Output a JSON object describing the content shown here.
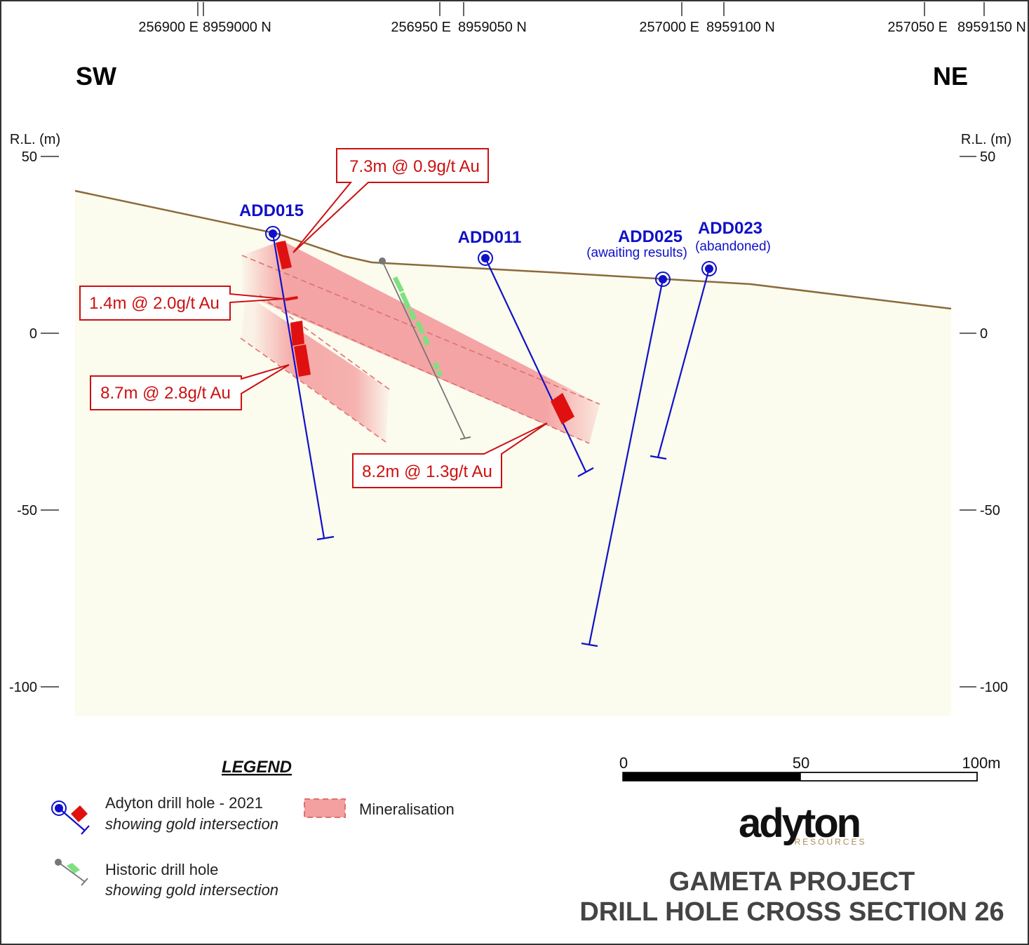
{
  "coords": {
    "e1": "256900 E",
    "n1": "8959000 N",
    "e2": "256950 E",
    "n2": "8959050 N",
    "e3": "257000 E",
    "n3": "8959100 N",
    "e4": "257050 E",
    "n4": "8959150 N"
  },
  "directions": {
    "left": "SW",
    "right": "NE"
  },
  "rl_axis": {
    "title": "R.L. (m)",
    "ticks": [
      "50",
      "0",
      "-50",
      "-100"
    ]
  },
  "drill_holes": {
    "add015": {
      "name": "ADD015",
      "note": ""
    },
    "add011": {
      "name": "ADD011",
      "note": ""
    },
    "add025": {
      "name": "ADD025",
      "note": "(awaiting results)"
    },
    "add023": {
      "name": "ADD023",
      "note": "(abandoned)"
    }
  },
  "intersections": {
    "c1": "7.3m @ 0.9g/t Au",
    "c2": "1.4m @ 2.0g/t Au",
    "c3": "8.7m @ 2.8g/t Au",
    "c4": "8.2m @ 1.3g/t Au"
  },
  "legend": {
    "title": "LEGEND",
    "adyton_line1": "Adyton drill hole - 2021",
    "adyton_line2": "showing gold intersection",
    "historic_line1": "Historic drill hole",
    "historic_line2": "showing gold intersection",
    "mineralisation": "Mineralisation"
  },
  "scale_bar": {
    "l0": "0",
    "l50": "50",
    "l100": "100m"
  },
  "logo": {
    "name": "adyton",
    "sub": "RESOURCES"
  },
  "title": {
    "line1": "GAMETA PROJECT",
    "line2": "DRILL HOLE CROSS SECTION 26"
  },
  "colors": {
    "adyton_hole": "#1010c8",
    "historic_hole": "#777777",
    "intersection": "#e01010",
    "historic_intersection": "#7ee07e",
    "mineralisation": "#f4a0a0",
    "topography": "#8b6a3a",
    "ground": "#fbfbee"
  }
}
